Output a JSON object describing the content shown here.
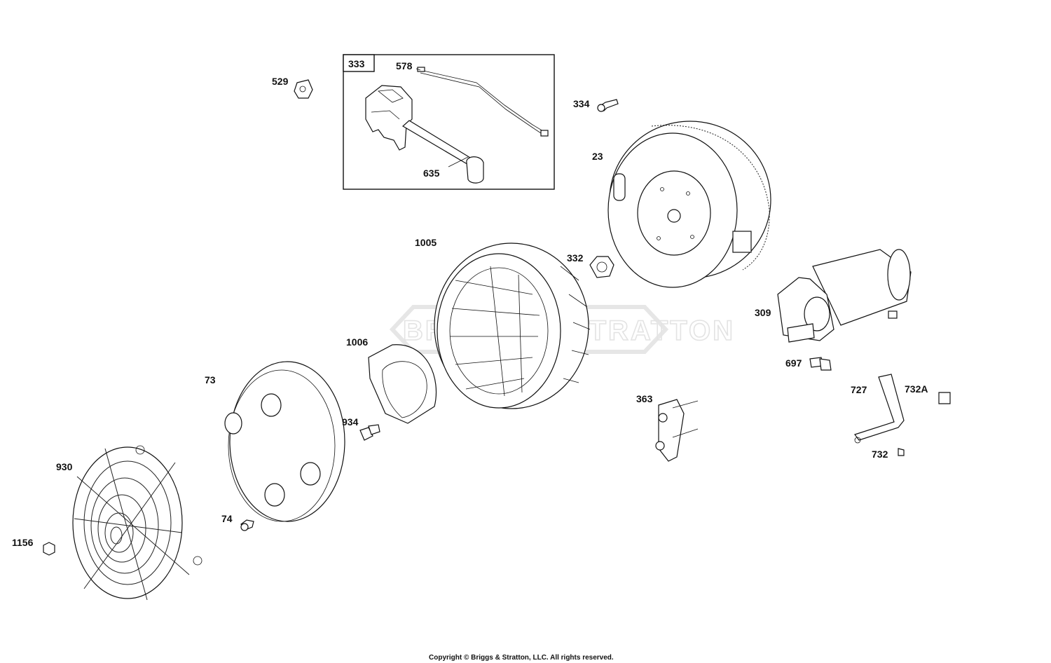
{
  "diagram": {
    "watermark": "BRIGGS & STRATTON",
    "copyright": "Copyright © Briggs & Stratton, LLC. All rights reserved.",
    "inset_label": "333",
    "labels": [
      {
        "id": "529",
        "text": "529"
      },
      {
        "id": "578",
        "text": "578"
      },
      {
        "id": "635",
        "text": "635"
      },
      {
        "id": "334",
        "text": "334"
      },
      {
        "id": "23",
        "text": "23"
      },
      {
        "id": "1005",
        "text": "1005"
      },
      {
        "id": "332",
        "text": "332"
      },
      {
        "id": "309",
        "text": "309"
      },
      {
        "id": "1006",
        "text": "1006"
      },
      {
        "id": "697",
        "text": "697"
      },
      {
        "id": "73",
        "text": "73"
      },
      {
        "id": "727",
        "text": "727"
      },
      {
        "id": "732A",
        "text": "732A"
      },
      {
        "id": "363",
        "text": "363"
      },
      {
        "id": "934",
        "text": "934"
      },
      {
        "id": "930",
        "text": "930"
      },
      {
        "id": "732",
        "text": "732"
      },
      {
        "id": "74",
        "text": "74"
      },
      {
        "id": "1156",
        "text": "1156"
      }
    ]
  }
}
